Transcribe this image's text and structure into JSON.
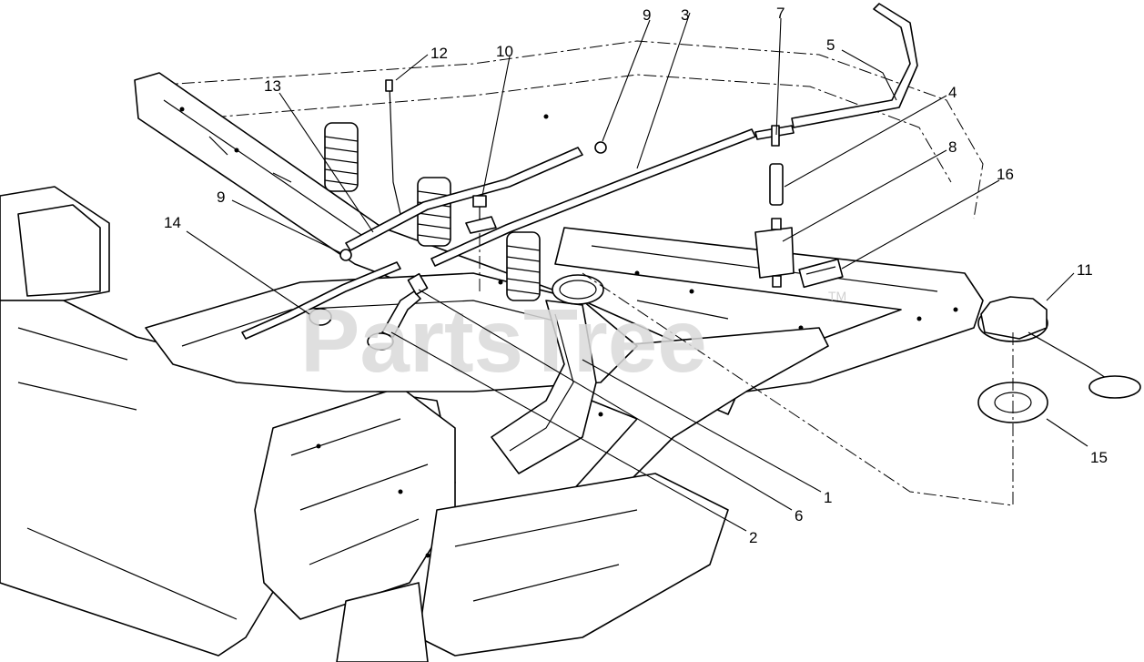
{
  "watermark": {
    "text": "PartsTree",
    "trademark": "TM"
  },
  "callouts": [
    {
      "id": "c1",
      "label": "1"
    },
    {
      "id": "c2",
      "label": "2"
    },
    {
      "id": "c3",
      "label": "3"
    },
    {
      "id": "c4",
      "label": "4"
    },
    {
      "id": "c5",
      "label": "5"
    },
    {
      "id": "c6",
      "label": "6"
    },
    {
      "id": "c7",
      "label": "7"
    },
    {
      "id": "c8",
      "label": "8"
    },
    {
      "id": "c9a",
      "label": "9"
    },
    {
      "id": "c9b",
      "label": "9"
    },
    {
      "id": "c10",
      "label": "10"
    },
    {
      "id": "c11",
      "label": "11"
    },
    {
      "id": "c12",
      "label": "12"
    },
    {
      "id": "c13",
      "label": "13"
    },
    {
      "id": "c14",
      "label": "14"
    },
    {
      "id": "c15",
      "label": "15"
    },
    {
      "id": "c16",
      "label": "16"
    }
  ]
}
